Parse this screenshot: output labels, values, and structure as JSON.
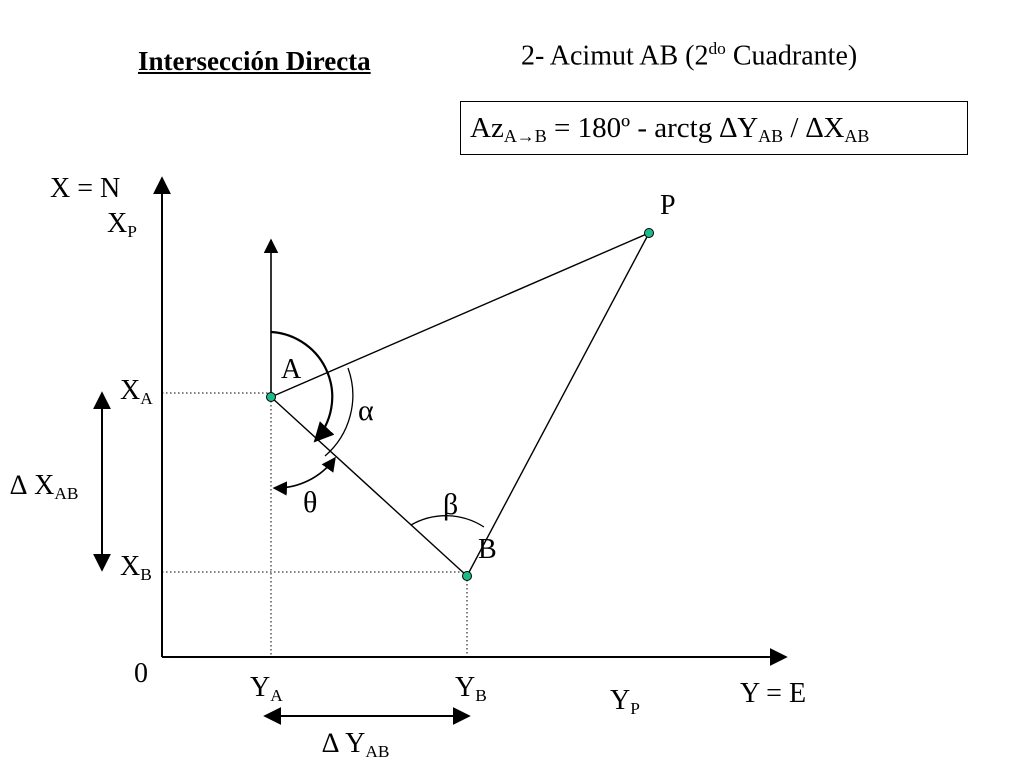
{
  "title": "Intersección Directa",
  "subtitle": {
    "main": "2- Acimut AB (2",
    "sup": "do",
    "end": " Cuadrante)"
  },
  "formula": {
    "az": "Az",
    "az_sub": "A→B",
    "eq": " = 180º - arctg ∆Y",
    "dy_sub": "AB",
    "div": " / ∆X",
    "dx_sub": "AB"
  },
  "axes": {
    "x_axis_label": "X = N",
    "y_axis_label": "Y  = E",
    "origin_label": "0"
  },
  "ticks": {
    "xp": {
      "main": "X",
      "sub": "P"
    },
    "xa": {
      "main": "X",
      "sub": "A"
    },
    "xb": {
      "main": "X",
      "sub": "B"
    },
    "ya": {
      "main": "Y",
      "sub": "A"
    },
    "yb": {
      "main": "Y",
      "sub": "B"
    },
    "yp": {
      "main": "Y",
      "sub": "P"
    }
  },
  "deltas": {
    "dx": {
      "main": "∆ X",
      "sub": "AB"
    },
    "dy": {
      "main": "∆ Y",
      "sub": "AB"
    }
  },
  "points": {
    "a": "A",
    "b": "B",
    "p": "P"
  },
  "angles": {
    "alpha": "α",
    "beta": "β",
    "theta": "θ"
  },
  "colors": {
    "point_fill": "#1abc8c",
    "line": "#000000"
  }
}
